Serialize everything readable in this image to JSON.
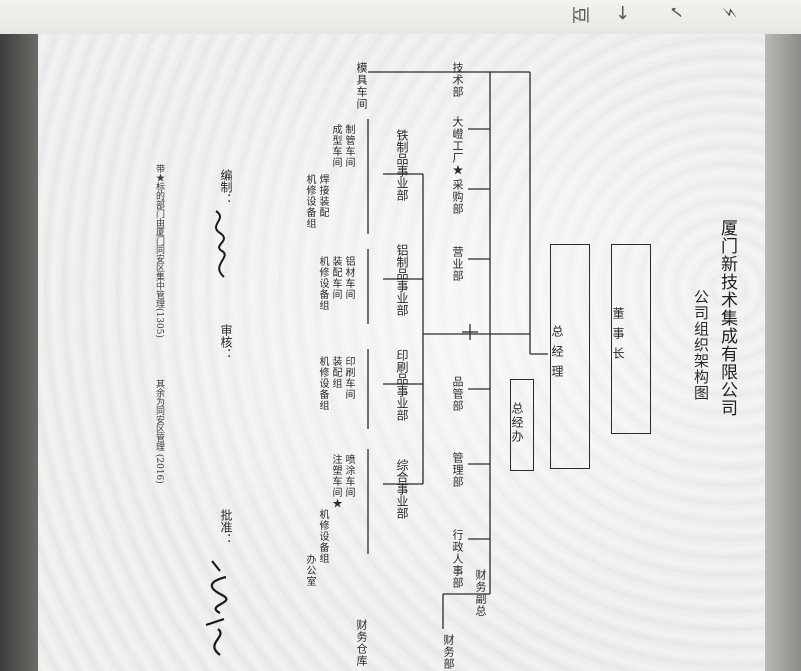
{
  "toolbar": {
    "glyph_1": "豆",
    "glyph_2": "→",
    "glyph_3": "✓",
    "glyph_4": "⚡"
  },
  "document": {
    "title": "厦门新技术集成有限公司",
    "subtitle": "公司组织架构图",
    "chairman": "董事长",
    "general_manager": "总经理",
    "gm_office": "总经办",
    "departments": {
      "tech": "技术部",
      "plant": "大嶝工厂★",
      "purchasing": "采购部",
      "sales": "营业部",
      "quality": "品管部",
      "management": "管理部",
      "admin": "行政人事部",
      "finance_head": "财务副总",
      "finance": "财务部",
      "warehouse": "财务仓库"
    },
    "tool_workshop": "模具车间",
    "business_units": {
      "iron": "铁制品事业部",
      "aluminum": "铝制品事业部",
      "printing": "印刷品事业部",
      "composite": "综合事业部"
    },
    "workshops": {
      "iron": [
        "制管车间",
        "成型车间",
        "焊接装配",
        "机修设备组"
      ],
      "aluminum": [
        "铝材车间",
        "装配车间",
        "机修设备组"
      ],
      "printing": [
        "印刷车间",
        "装配组",
        "机修设备组"
      ],
      "composite": [
        "喷涂车间",
        "注塑车间★",
        "机修设备组",
        "办公室"
      ]
    },
    "prepared_label": "编制：",
    "reviewed_label": "审核：",
    "approved_label": "批准：",
    "footer_note_1": "带★标的部门由厦门同安区集中管理(1305)",
    "footer_note_2": "其余为同安区管理 (2016)"
  }
}
